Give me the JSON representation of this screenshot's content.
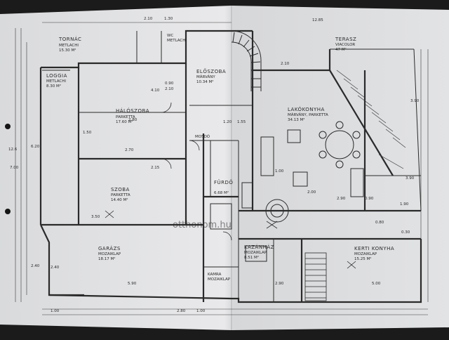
{
  "rooms": {
    "tornac": {
      "name": "TORNÁC",
      "floor": "METLACHI",
      "area": "15.30 M²"
    },
    "loggia": {
      "name": "LOGGIA",
      "floor": "METLACHI",
      "area": "8.30 M²"
    },
    "halo": {
      "name": "HÁLÓSZOBA",
      "floor": "PARKETTA",
      "area": "17.60 M²"
    },
    "eloszoba": {
      "name": "ELŐSZOBA",
      "floor": "MÁRVÁNY",
      "area": "10.34 M²"
    },
    "nappali": {
      "name": "LAKÓKONYHA",
      "floor": "MÁRVÁNY, PARKETTA",
      "area": "34.13 M²"
    },
    "terasz": {
      "name": "TERASZ",
      "floor": "VIACOLOR",
      "area": "47 M²"
    },
    "szoba": {
      "name": "SZOBA",
      "floor": "PARKETTA",
      "area": "14.40 M²"
    },
    "furdo": {
      "name": "FÜRDŐ",
      "floor": "",
      "area": "6.68 M²"
    },
    "garazs": {
      "name": "GARÁZS",
      "floor": "MOZAIKLAP",
      "area": "18.17 M²"
    },
    "kazan": {
      "name": "KAZÁNHÁZ",
      "floor": "MOZAIKLAP",
      "area": "8.51 M²"
    },
    "kerti": {
      "name": "KERTI KONYHA",
      "floor": "MOZAIKLAP",
      "area": "15.25 M²"
    },
    "kamra": {
      "name": "KAMRA",
      "floor": "MOZAIKLAP",
      "area": ""
    },
    "wc": {
      "name": "WC",
      "floor": "",
      "area": ""
    },
    "metlachi": {
      "name": "METLACHI",
      "floor": "",
      "area": ""
    },
    "mosdo": {
      "name": "MOSDÓ",
      "floor": "",
      "area": ""
    }
  },
  "dims": {
    "d1": "1.30",
    "d2": "2.10",
    "d3": "12.85",
    "d4": "6.20",
    "d5": "2.70",
    "d6": "2.80",
    "d7": "1.50",
    "d8": "2.15",
    "d9": "4.10",
    "d10": "3.90",
    "d11": "5.90",
    "d12": "2.90",
    "d13": "5.00",
    "d14": "1.00",
    "d15": "2.80",
    "d16": "1.00",
    "d17": "2.40",
    "d18": "1.90",
    "d19": "0.30",
    "d20": "3.90",
    "d21": "7.00",
    "d22": "12.6",
    "d23": "2.40",
    "d24": "3.50",
    "d25": "0.90",
    "d26": "2.10",
    "d27": "1.00",
    "d28": "2.00",
    "d29": "1.20",
    "d30": "1.55",
    "d31": "0.90",
    "d32": "2.90",
    "d33": "0.80",
    "d34": "2.10"
  },
  "watermark": "otthonom.hu",
  "colors": {
    "paper": "#e4e4e6",
    "paper_shadow": "#cfd0d2",
    "ink": "#2a2a2a",
    "background": "#1b1b1b"
  }
}
